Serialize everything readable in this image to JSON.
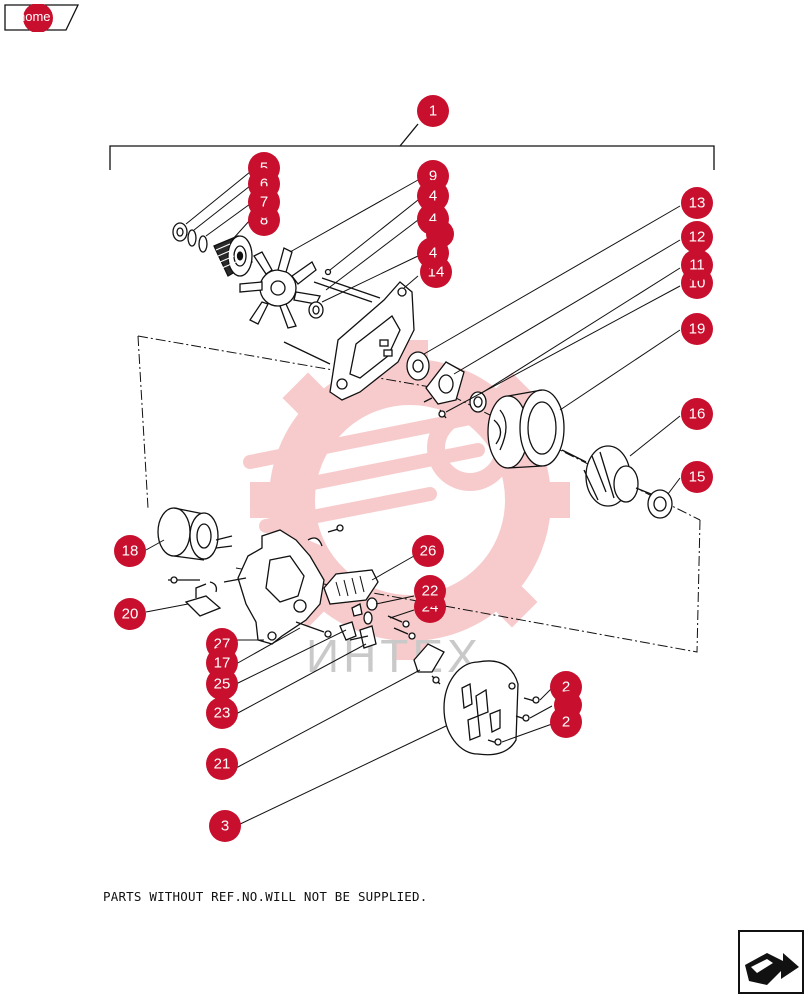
{
  "navigation": {
    "home_label": "home",
    "next_icon": "next-page-arrow-icon"
  },
  "watermark": {
    "text": "ИНТЕХ",
    "icon": "gear-wrench-logo",
    "color": "#f08a8a"
  },
  "note": "PARTS WITHOUT REF.NO.WILL NOT BE SUPPLIED.",
  "colors": {
    "callout": "#c8102e",
    "line": "#111111"
  },
  "callouts": [
    {
      "id": "c-1",
      "label": "1"
    },
    {
      "id": "c-5",
      "label": "5"
    },
    {
      "id": "c-6",
      "label": "6"
    },
    {
      "id": "c-7",
      "label": "7"
    },
    {
      "id": "c-8",
      "label": "8"
    },
    {
      "id": "c-9",
      "label": "9"
    },
    {
      "id": "c-4a",
      "label": "4"
    },
    {
      "id": "c-4b",
      "label": "4"
    },
    {
      "id": "c-4c",
      "label": "4"
    },
    {
      "id": "c-14",
      "label": "14"
    },
    {
      "id": "c-13",
      "label": "13"
    },
    {
      "id": "c-12",
      "label": "12"
    },
    {
      "id": "c-10",
      "label": "10"
    },
    {
      "id": "c-11",
      "label": "11"
    },
    {
      "id": "c-19",
      "label": "19"
    },
    {
      "id": "c-16",
      "label": "16"
    },
    {
      "id": "c-15",
      "label": "15"
    },
    {
      "id": "c-18",
      "label": "18"
    },
    {
      "id": "c-26",
      "label": "26"
    },
    {
      "id": "c-20",
      "label": "20"
    },
    {
      "id": "c-24",
      "label": "24"
    },
    {
      "id": "c-22",
      "label": "22"
    },
    {
      "id": "c-27",
      "label": "27"
    },
    {
      "id": "c-17",
      "label": "17"
    },
    {
      "id": "c-25",
      "label": "25"
    },
    {
      "id": "c-23",
      "label": "23"
    },
    {
      "id": "c-2a",
      "label": "2"
    },
    {
      "id": "c-2b",
      "label": "2"
    },
    {
      "id": "c-2c",
      "label": "2"
    },
    {
      "id": "c-21",
      "label": "21"
    },
    {
      "id": "c-3",
      "label": "3"
    }
  ]
}
